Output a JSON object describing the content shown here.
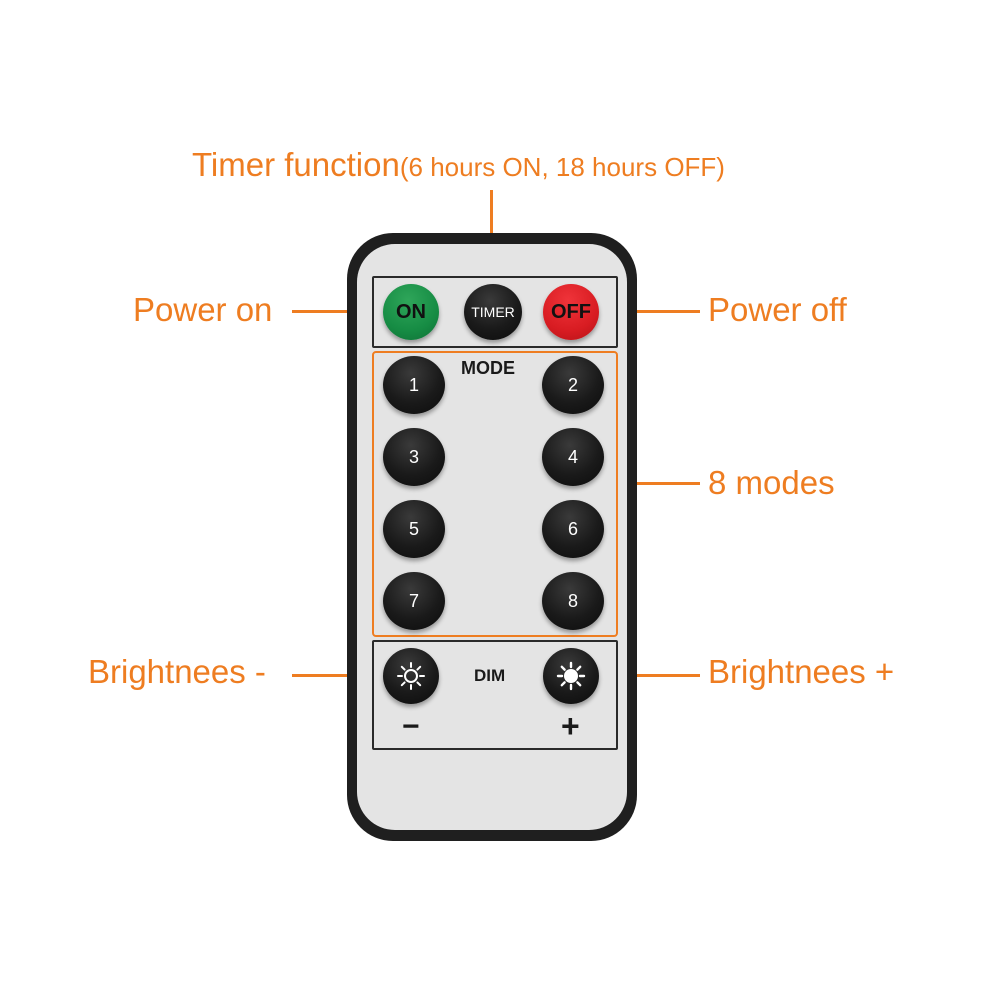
{
  "callouts": {
    "timer_main": "Timer function",
    "timer_detail": "(6 hours ON, 18 hours OFF)",
    "power_on": "Power on",
    "power_off": "Power off",
    "modes": "8 modes",
    "brightness_down": "Brightnees -",
    "brightness_up": "Brightnees +"
  },
  "remote": {
    "on_label": "ON",
    "timer_label": "TIMER",
    "off_label": "OFF",
    "mode_label": "MODE",
    "mode_buttons": [
      "1",
      "2",
      "3",
      "4",
      "5",
      "6",
      "7",
      "8"
    ],
    "dim_label": "DIM",
    "minus_label": "−",
    "plus_label": "+"
  },
  "colors": {
    "accent": "#ee7d21",
    "on_button": "#168c44",
    "off_button": "#d81c22",
    "remote_body": "#1f1f1f",
    "remote_face": "#e4e4e4"
  },
  "icons": [
    "sun-outline-icon",
    "sun-filled-icon"
  ]
}
